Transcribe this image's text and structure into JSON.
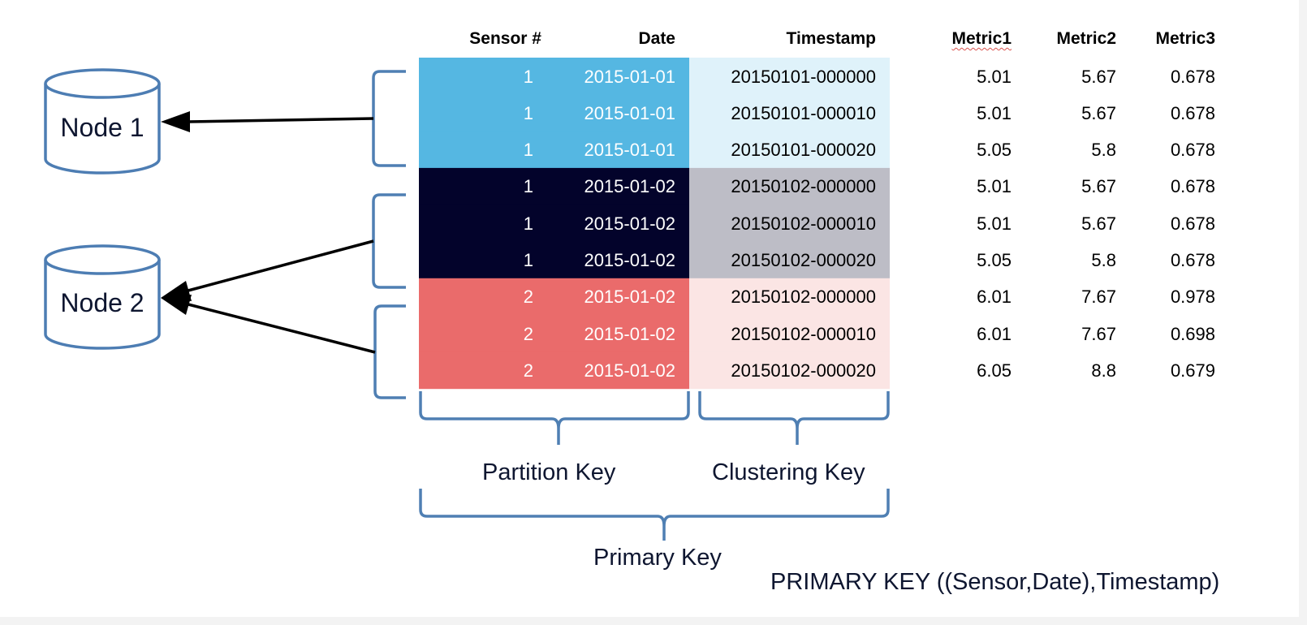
{
  "nodes": [
    {
      "label": "Node 1"
    },
    {
      "label": "Node 2"
    }
  ],
  "table": {
    "headers": {
      "sensor": "Sensor #",
      "date": "Date",
      "timestamp": "Timestamp",
      "metric1": "Metric1",
      "metric2": "Metric2",
      "metric3": "Metric3"
    },
    "rows": [
      {
        "sensor": "1",
        "date": "2015-01-01",
        "timestamp": "20150101-000000",
        "metric1": "5.01",
        "metric2": "5.67",
        "metric3": "0.678"
      },
      {
        "sensor": "1",
        "date": "2015-01-01",
        "timestamp": "20150101-000010",
        "metric1": "5.01",
        "metric2": "5.67",
        "metric3": "0.678"
      },
      {
        "sensor": "1",
        "date": "2015-01-01",
        "timestamp": "20150101-000020",
        "metric1": "5.05",
        "metric2": "5.8",
        "metric3": "0.678"
      },
      {
        "sensor": "1",
        "date": "2015-01-02",
        "timestamp": "20150102-000000",
        "metric1": "5.01",
        "metric2": "5.67",
        "metric3": "0.678"
      },
      {
        "sensor": "1",
        "date": "2015-01-02",
        "timestamp": "20150102-000010",
        "metric1": "5.01",
        "metric2": "5.67",
        "metric3": "0.678"
      },
      {
        "sensor": "1",
        "date": "2015-01-02",
        "timestamp": "20150102-000020",
        "metric1": "5.05",
        "metric2": "5.8",
        "metric3": "0.678"
      },
      {
        "sensor": "2",
        "date": "2015-01-02",
        "timestamp": "20150102-000000",
        "metric1": "6.01",
        "metric2": "7.67",
        "metric3": "0.978"
      },
      {
        "sensor": "2",
        "date": "2015-01-02",
        "timestamp": "20150102-000010",
        "metric1": "6.01",
        "metric2": "7.67",
        "metric3": "0.698"
      },
      {
        "sensor": "2",
        "date": "2015-01-02",
        "timestamp": "20150102-000020",
        "metric1": "6.05",
        "metric2": "8.8",
        "metric3": "0.679"
      }
    ]
  },
  "partitions": [
    {
      "key_color": "#55b7e2",
      "cluster_color": "#dff2fa",
      "key_text_color": "#ffffff"
    },
    {
      "key_color": "#03032b",
      "cluster_color": "#bdbdc6",
      "key_text_color": "#ffffff"
    },
    {
      "key_color": "#ea6b6b",
      "cluster_color": "#fbe5e4",
      "key_text_color": "#ffffff"
    }
  ],
  "labels": {
    "partition_key": "Partition Key",
    "clustering_key": "Clustering Key",
    "primary_key": "Primary Key",
    "definition": "PRIMARY KEY ((Sensor,Date),Timestamp)"
  },
  "colors": {
    "bracket": "#4f7fb3",
    "node_stroke": "#4d7db3",
    "arrow": "#000000"
  }
}
